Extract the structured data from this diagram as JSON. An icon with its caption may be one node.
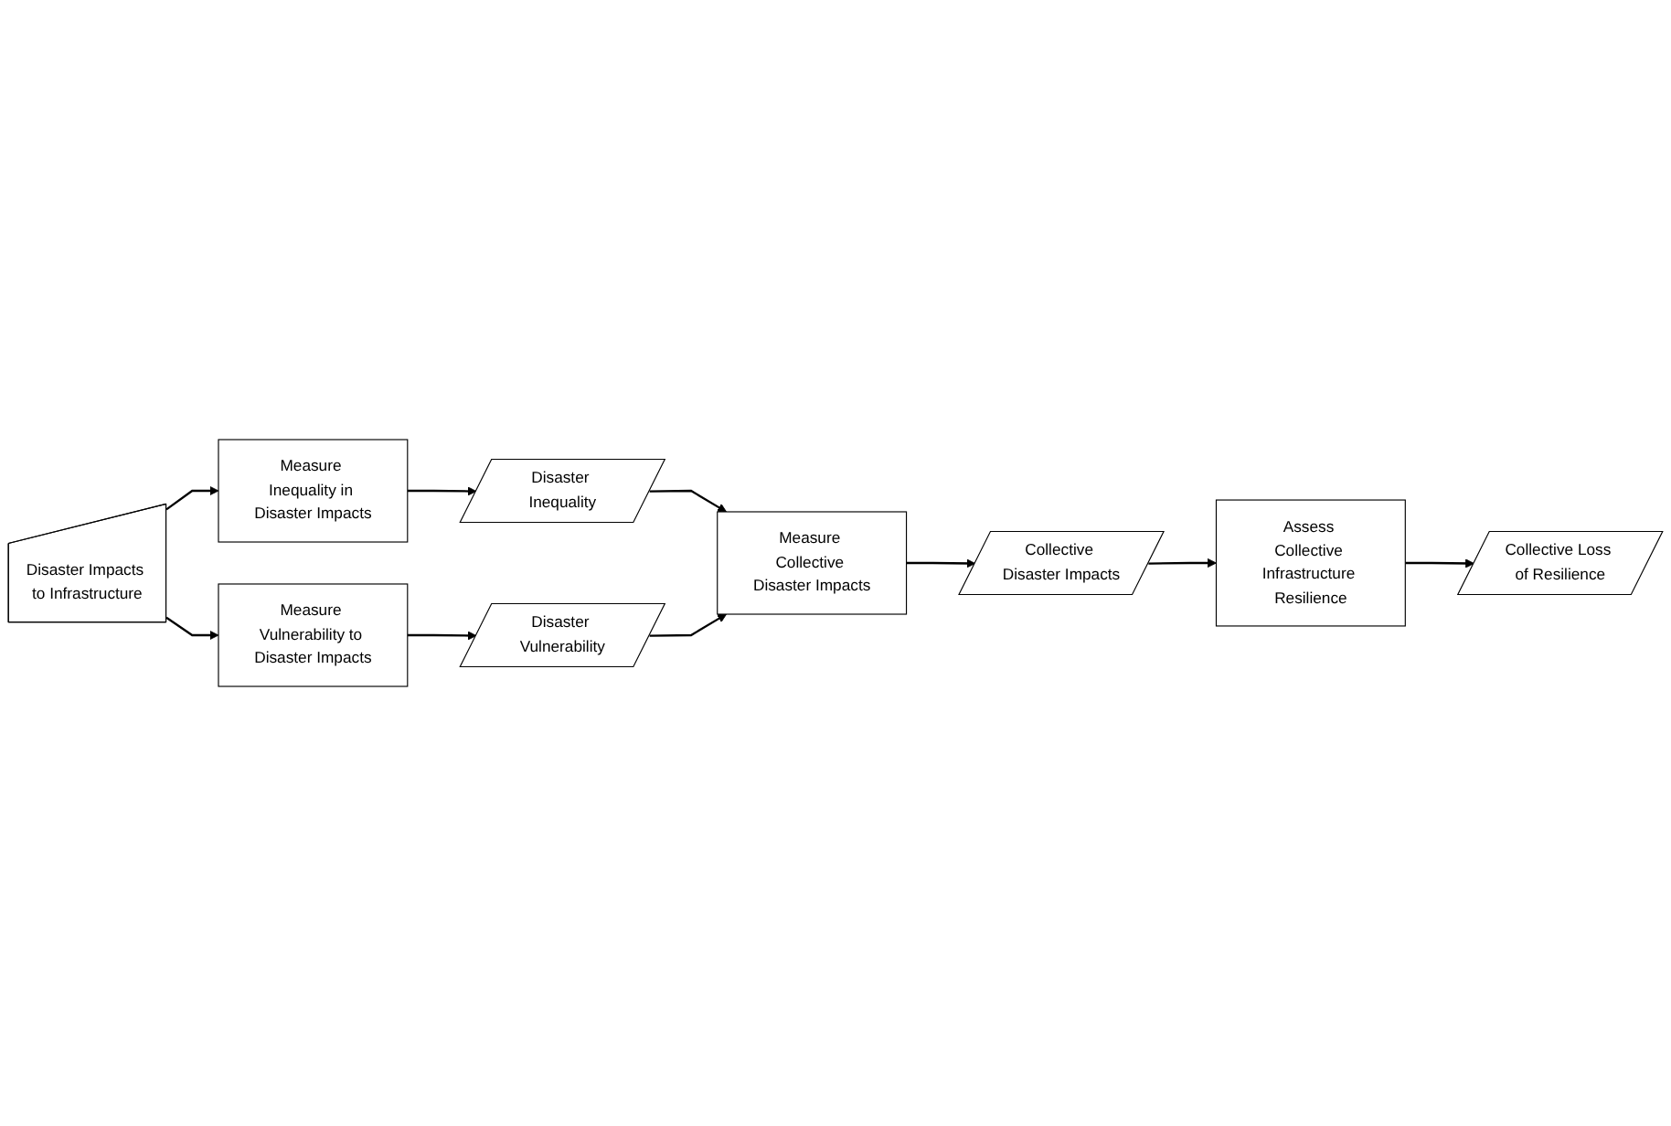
{
  "diagram": {
    "nodes": [
      {
        "text": [
          "Disaster Impacts to Infrastructure"
        ]
      },
      {
        "text": [
          "Measure Inequality in Disaster Impacts"
        ]
      },
      {
        "text": [
          "Disaster Inequality"
        ]
      },
      {
        "text": [
          "Measure Vulnerability to Disaster Impacts"
        ]
      },
      {
        "text": [
          "Disaster Vulnerability"
        ]
      },
      {
        "text": [
          "Measure Collective Disaster Impacts"
        ]
      },
      {
        "text": [
          "Collective Disaster Impacts"
        ]
      },
      {
        "text": [
          "Assess Collective Infrastructure Resilience"
        ]
      },
      {
        "text": [
          "Collective Loss of Resilience"
        ]
      }
    ],
    "edges": [
      {
        "from": 0,
        "to": 1,
        "arrow": "to"
      },
      {
        "from": 0,
        "to": 3,
        "arrow": "to"
      },
      {
        "from": 1,
        "to": 2,
        "arrow": "to"
      },
      {
        "from": 3,
        "to": 4,
        "arrow": "to"
      },
      {
        "from": 2,
        "to": 5,
        "arrow": "to"
      },
      {
        "from": 4,
        "to": 5,
        "arrow": "to"
      },
      {
        "from": 5,
        "to": 6,
        "arrow": "to"
      },
      {
        "from": 6,
        "to": 7,
        "arrow": "to"
      },
      {
        "from": 7,
        "to": 8,
        "arrow": "to"
      }
    ]
  }
}
